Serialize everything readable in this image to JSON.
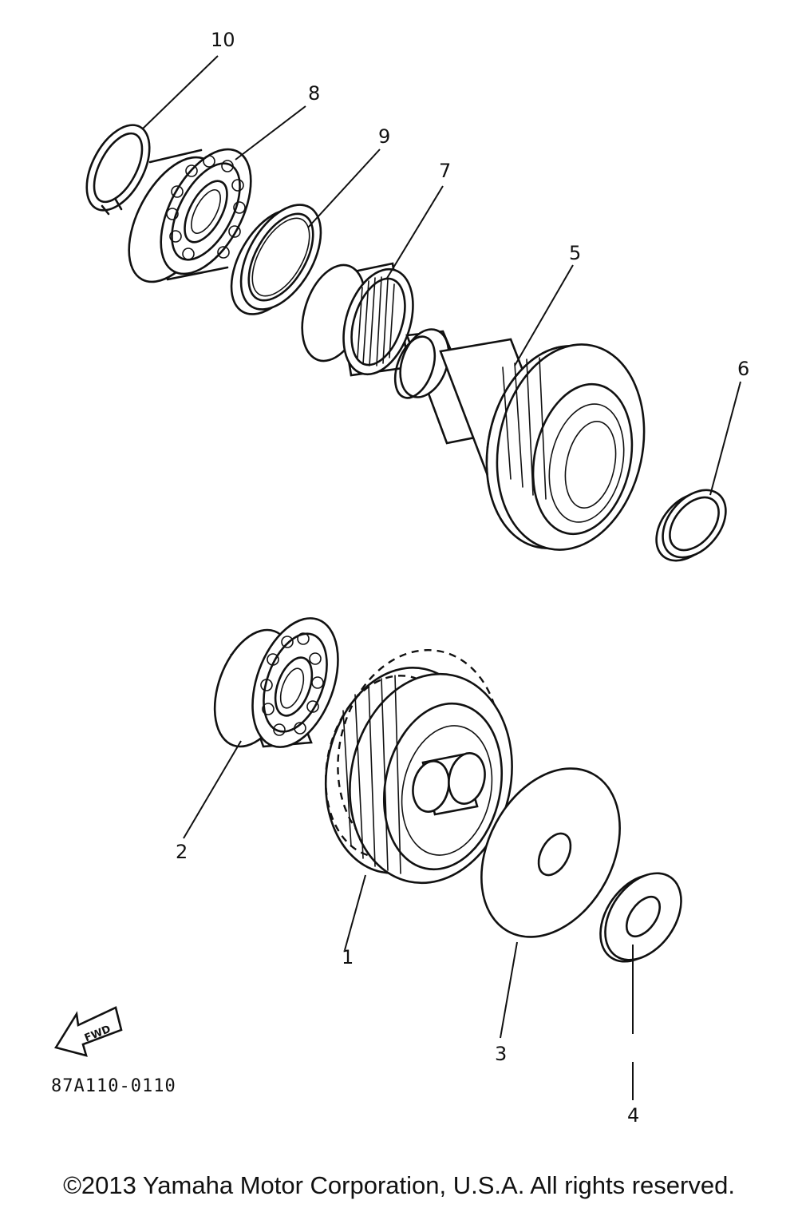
{
  "callouts": {
    "c1": "1",
    "c2": "2",
    "c3": "3",
    "c4": "4",
    "c5": "5",
    "c6": "6",
    "c7": "7",
    "c8": "8",
    "c9": "9",
    "c10": "10"
  },
  "fwd_label": "FWD",
  "diagram_code": "87A110-0110",
  "copyright": "©2013 Yamaha Motor Corporation, U.S.A. All rights reserved."
}
